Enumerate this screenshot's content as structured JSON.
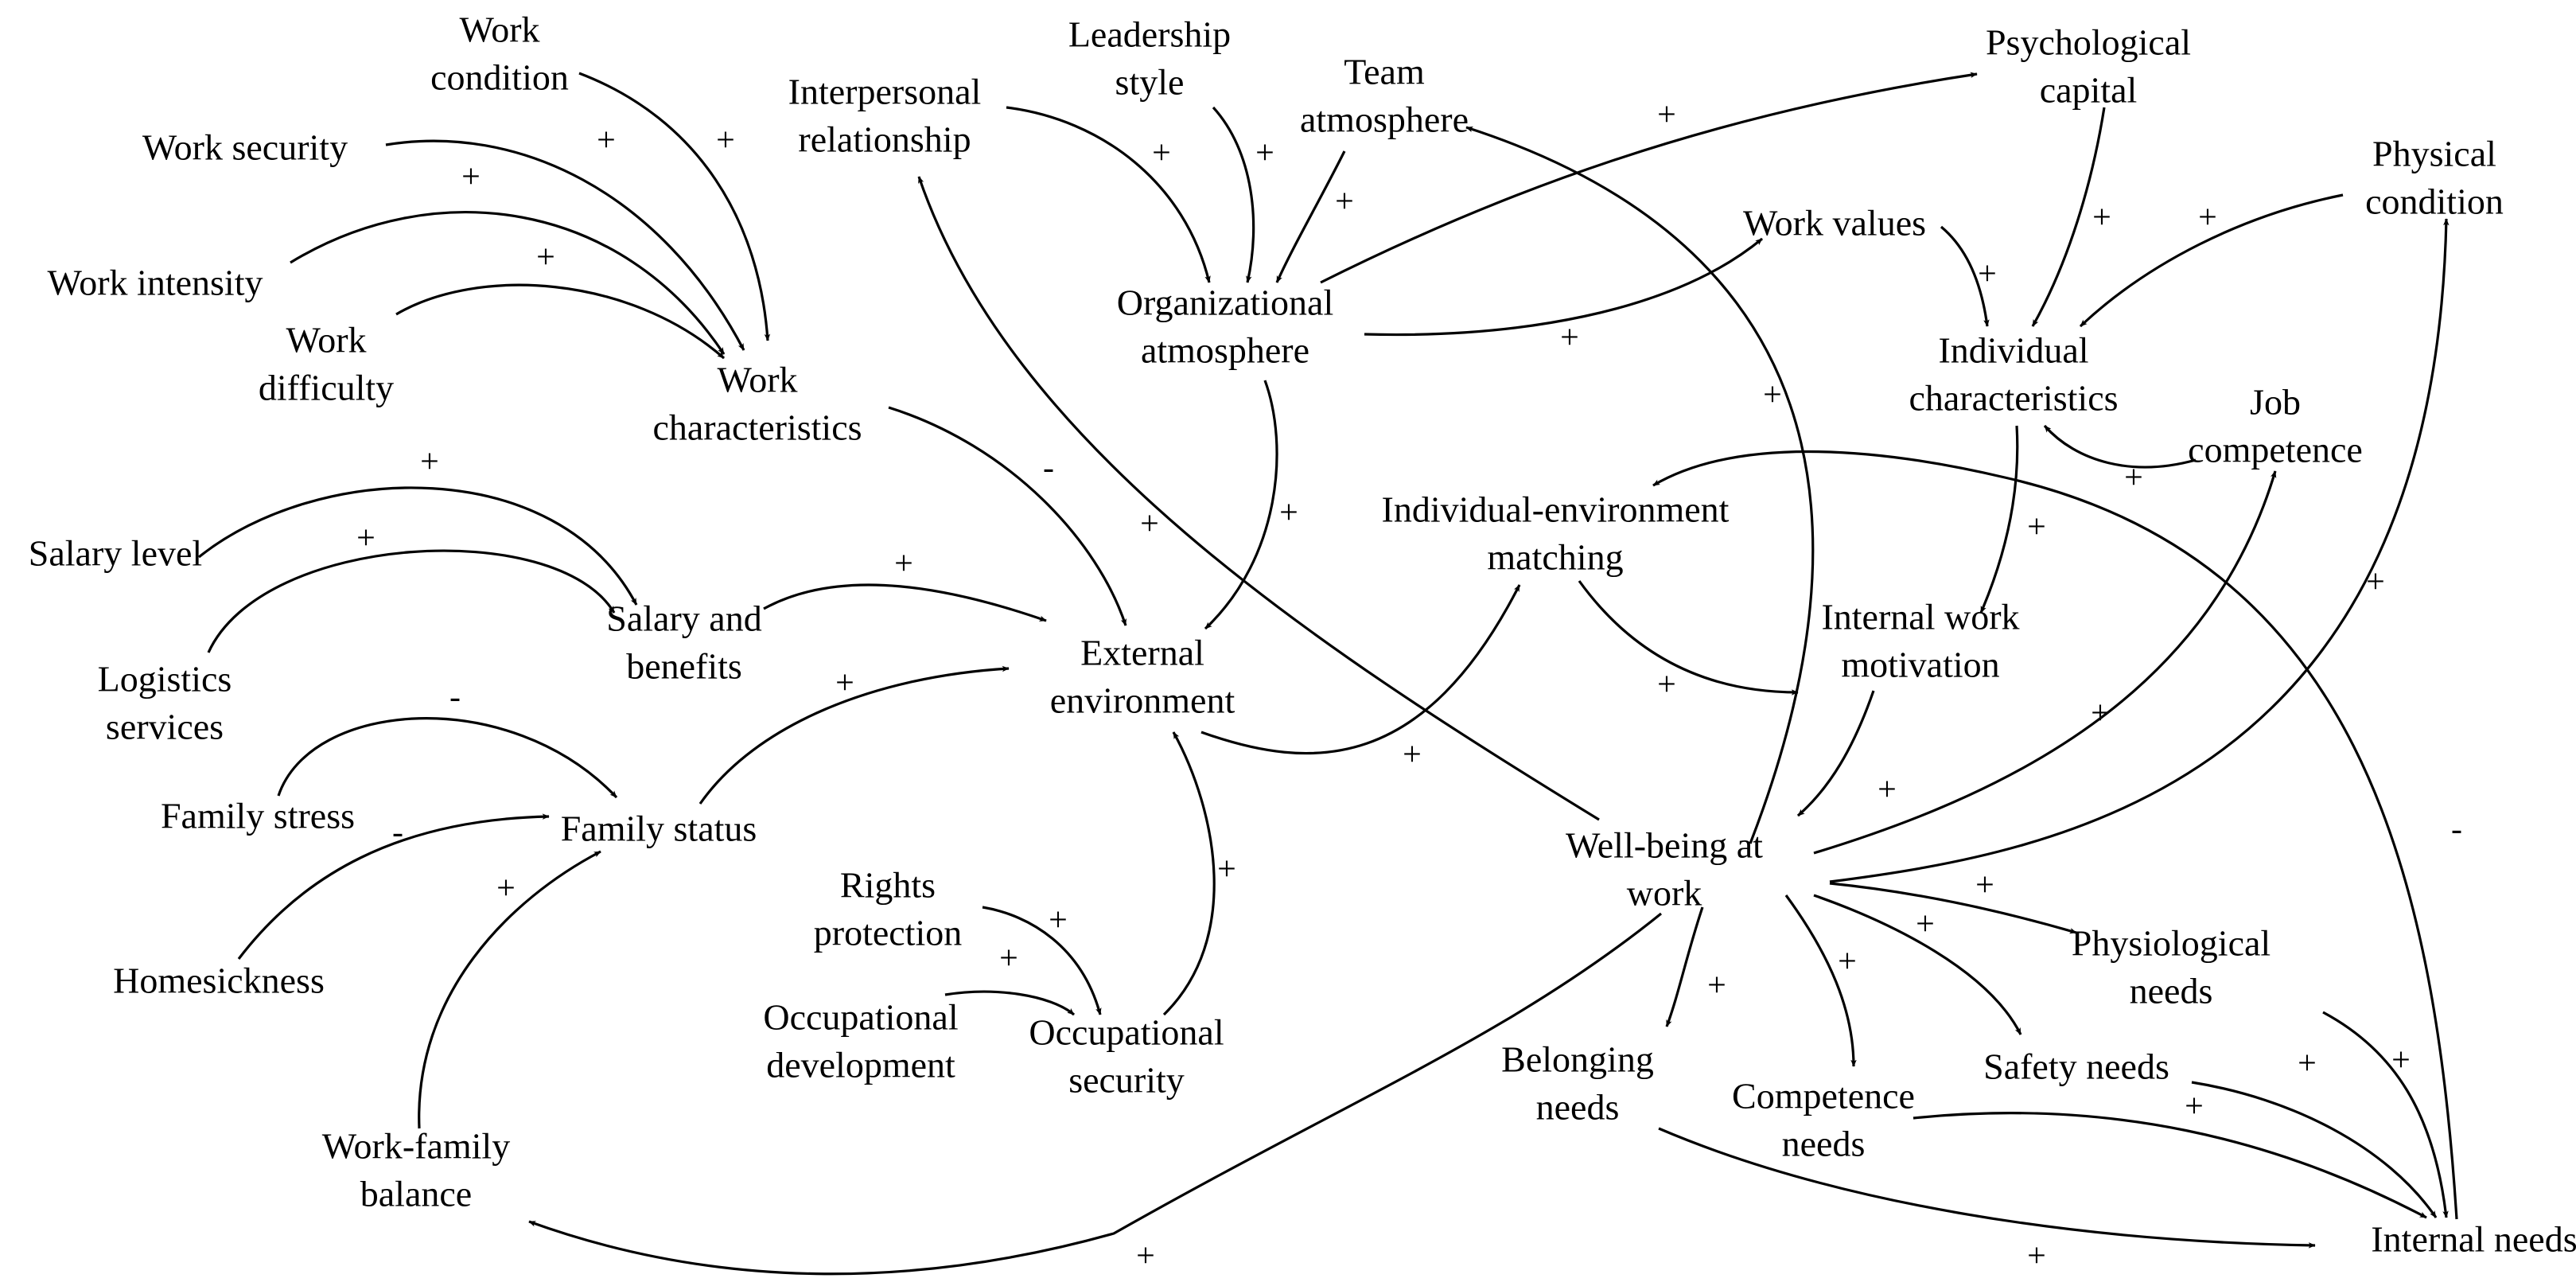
{
  "nodes": [
    {
      "id": "work-condition",
      "lines": [
        "Work",
        "condition"
      ]
    },
    {
      "id": "work-security",
      "lines": [
        "Work security"
      ]
    },
    {
      "id": "work-intensity",
      "lines": [
        "Work intensity"
      ]
    },
    {
      "id": "work-difficulty",
      "lines": [
        "Work",
        "difficulty"
      ]
    },
    {
      "id": "work-characteristics",
      "lines": [
        "Work",
        "characteristics"
      ]
    },
    {
      "id": "interpersonal-relationship",
      "lines": [
        "Interpersonal",
        "relationship"
      ]
    },
    {
      "id": "leadership-style",
      "lines": [
        "Leadership",
        "style"
      ]
    },
    {
      "id": "team-atmosphere",
      "lines": [
        "Team",
        "atmosphere"
      ]
    },
    {
      "id": "organizational-atmosphere",
      "lines": [
        "Organizational",
        "atmosphere"
      ]
    },
    {
      "id": "psychological-capital",
      "lines": [
        "Psychological",
        "capital"
      ]
    },
    {
      "id": "work-values",
      "lines": [
        "Work values"
      ]
    },
    {
      "id": "physical-condition",
      "lines": [
        "Physical",
        "condition"
      ]
    },
    {
      "id": "individual-characteristics",
      "lines": [
        "Individual",
        "characteristics"
      ]
    },
    {
      "id": "job-competence",
      "lines": [
        "Job",
        "competence"
      ]
    },
    {
      "id": "individual-environment-matching",
      "lines": [
        "Individual-environment",
        "matching"
      ]
    },
    {
      "id": "salary-level",
      "lines": [
        "Salary level"
      ]
    },
    {
      "id": "logistics-services",
      "lines": [
        "Logistics",
        "services"
      ]
    },
    {
      "id": "salary-and-benefits",
      "lines": [
        "Salary and",
        "benefits"
      ]
    },
    {
      "id": "external-environment",
      "lines": [
        "External",
        "environment"
      ]
    },
    {
      "id": "internal-work-motivation",
      "lines": [
        "Internal work",
        "motivation"
      ]
    },
    {
      "id": "family-stress",
      "lines": [
        "Family stress"
      ]
    },
    {
      "id": "family-status",
      "lines": [
        "Family status"
      ]
    },
    {
      "id": "homesickness",
      "lines": [
        "Homesickness"
      ]
    },
    {
      "id": "well-being-at-work",
      "lines": [
        "Well-being at",
        "work"
      ]
    },
    {
      "id": "rights-protection",
      "lines": [
        "Rights",
        "protection"
      ]
    },
    {
      "id": "occupational-development",
      "lines": [
        "Occupational",
        "development"
      ]
    },
    {
      "id": "occupational-security",
      "lines": [
        "Occupational",
        "security"
      ]
    },
    {
      "id": "physiological-needs",
      "lines": [
        "Physiological",
        "needs"
      ]
    },
    {
      "id": "belonging-needs",
      "lines": [
        "Belonging",
        "needs"
      ]
    },
    {
      "id": "safety-needs",
      "lines": [
        "Safety needs"
      ]
    },
    {
      "id": "competence-needs",
      "lines": [
        "Competence",
        "needs"
      ]
    },
    {
      "id": "work-family-balance",
      "lines": [
        "Work-family",
        "balance"
      ]
    },
    {
      "id": "internal-needs",
      "lines": [
        "Internal needs"
      ]
    }
  ],
  "edges": [
    {
      "id": "wcond-wchar",
      "from": "work-condition",
      "to": "work-characteristics",
      "polarity": "+"
    },
    {
      "id": "wsec-wchar",
      "from": "work-security",
      "to": "work-characteristics",
      "polarity": "+"
    },
    {
      "id": "wint-wchar",
      "from": "work-intensity",
      "to": "work-characteristics",
      "polarity": "+"
    },
    {
      "id": "wdiff-wchar",
      "from": "work-difficulty",
      "to": "work-characteristics",
      "polarity": "+"
    },
    {
      "id": "wchar-ext",
      "from": "work-characteristics",
      "to": "external-environment",
      "polarity": "-"
    },
    {
      "id": "ir-org",
      "from": "interpersonal-relationship",
      "to": "organizational-atmosphere",
      "polarity": "+"
    },
    {
      "id": "lead-org",
      "from": "leadership-style",
      "to": "organizational-atmosphere",
      "polarity": "+"
    },
    {
      "id": "team-org",
      "from": "team-atmosphere",
      "to": "organizational-atmosphere",
      "polarity": "+"
    },
    {
      "id": "org-psy",
      "from": "organizational-atmosphere",
      "to": "psychological-capital",
      "polarity": "+"
    },
    {
      "id": "org-wv",
      "from": "organizational-atmosphere",
      "to": "work-values",
      "polarity": "+"
    },
    {
      "id": "org-ext",
      "from": "organizational-atmosphere",
      "to": "external-environment",
      "polarity": "+"
    },
    {
      "id": "wb-team",
      "from": "well-being-at-work",
      "to": "team-atmosphere",
      "polarity": "+"
    },
    {
      "id": "wb-ir",
      "from": "well-being-at-work",
      "to": "interpersonal-relationship",
      "polarity": "+"
    },
    {
      "id": "psy-ic",
      "from": "psychological-capital",
      "to": "individual-characteristics",
      "polarity": "+"
    },
    {
      "id": "wv-ic",
      "from": "work-values",
      "to": "individual-characteristics",
      "polarity": "+"
    },
    {
      "id": "phys-ic",
      "from": "physical-condition",
      "to": "individual-characteristics",
      "polarity": "+"
    },
    {
      "id": "jc-ic",
      "from": "job-competence",
      "to": "individual-characteristics",
      "polarity": "+"
    },
    {
      "id": "ic-iwm",
      "from": "individual-characteristics",
      "to": "internal-work-motivation",
      "polarity": "+"
    },
    {
      "id": "in-iem",
      "from": "internal-needs",
      "to": "individual-environment-matching",
      "polarity": "-"
    },
    {
      "id": "sl-sb",
      "from": "salary-level",
      "to": "salary-and-benefits",
      "polarity": "+"
    },
    {
      "id": "ls-sb",
      "from": "logistics-services",
      "to": "salary-and-benefits",
      "polarity": "+"
    },
    {
      "id": "sb-ext",
      "from": "salary-and-benefits",
      "to": "external-environment",
      "polarity": "+"
    },
    {
      "id": "fs-ext",
      "from": "family-status",
      "to": "external-environment",
      "polarity": "+"
    },
    {
      "id": "ext-iem",
      "from": "external-environment",
      "to": "individual-environment-matching",
      "polarity": "+"
    },
    {
      "id": "iem-iwm",
      "from": "individual-environment-matching",
      "to": "internal-work-motivation",
      "polarity": "+"
    },
    {
      "id": "iwm-wb",
      "from": "internal-work-motivation",
      "to": "well-being-at-work",
      "polarity": "+"
    },
    {
      "id": "fstress-fs",
      "from": "family-stress",
      "to": "family-status",
      "polarity": "-"
    },
    {
      "id": "home-fs",
      "from": "homesickness",
      "to": "family-status",
      "polarity": "-"
    },
    {
      "id": "wfb-fs",
      "from": "work-family-balance",
      "to": "family-status",
      "polarity": "+"
    },
    {
      "id": "rp-os",
      "from": "rights-protection",
      "to": "occupational-security",
      "polarity": "+"
    },
    {
      "id": "od-os",
      "from": "occupational-development",
      "to": "occupational-security",
      "polarity": "+"
    },
    {
      "id": "os-ext",
      "from": "occupational-security",
      "to": "external-environment",
      "polarity": "+"
    },
    {
      "id": "wb-jc",
      "from": "well-being-at-work",
      "to": "job-competence",
      "polarity": "+"
    },
    {
      "id": "wb-phys",
      "from": "well-being-at-work",
      "to": "physical-condition",
      "polarity": "+"
    },
    {
      "id": "wb-physio",
      "from": "well-being-at-work",
      "to": "physiological-needs",
      "polarity": "+"
    },
    {
      "id": "wb-safety",
      "from": "well-being-at-work",
      "to": "safety-needs",
      "polarity": "+"
    },
    {
      "id": "wb-comp",
      "from": "well-being-at-work",
      "to": "competence-needs",
      "polarity": "+"
    },
    {
      "id": "wb-belong",
      "from": "well-being-at-work",
      "to": "belonging-needs",
      "polarity": "+"
    },
    {
      "id": "wb-wfb",
      "from": "well-being-at-work",
      "to": "work-family-balance",
      "polarity": "+"
    },
    {
      "id": "physio-in",
      "from": "physiological-needs",
      "to": "internal-needs",
      "polarity": "+"
    },
    {
      "id": "safety-in",
      "from": "safety-needs",
      "to": "internal-needs",
      "polarity": "+"
    },
    {
      "id": "comp-in",
      "from": "competence-needs",
      "to": "internal-needs",
      "polarity": "+"
    },
    {
      "id": "belong-in",
      "from": "belonging-needs",
      "to": "internal-needs",
      "polarity": "+"
    }
  ]
}
